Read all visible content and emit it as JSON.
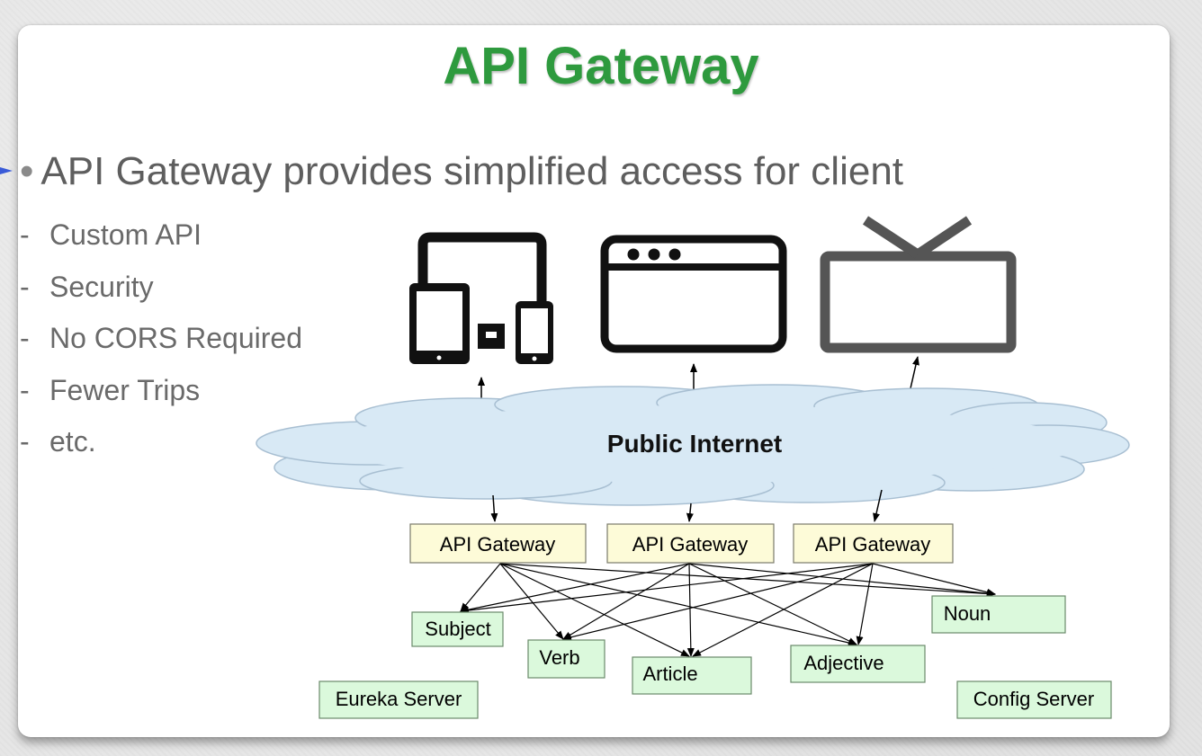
{
  "slide": {
    "title": "API Gateway",
    "main_bullet": "API Gateway provides simplified access for client",
    "sub_bullets": [
      "Custom API",
      "Security",
      "No CORS Required",
      "Fewer Trips",
      "etc."
    ]
  },
  "diagram": {
    "cloud_label": "Public Internet",
    "client_icons": [
      "devices-icon",
      "browser-window-icon",
      "tv-icon"
    ],
    "gateways": [
      "API Gateway",
      "API Gateway",
      "API Gateway"
    ],
    "services": [
      "Subject",
      "Verb",
      "Article",
      "Adjective",
      "Noun"
    ],
    "infrastructure": [
      "Eureka Server",
      "Config Server"
    ]
  },
  "colors": {
    "title": "#2e9a3e",
    "cloud_fill": "#d8e9f5",
    "gateway_fill": "#fdfbd8",
    "service_fill": "#dbf9dc",
    "text_gray": "#5e5e5e"
  }
}
